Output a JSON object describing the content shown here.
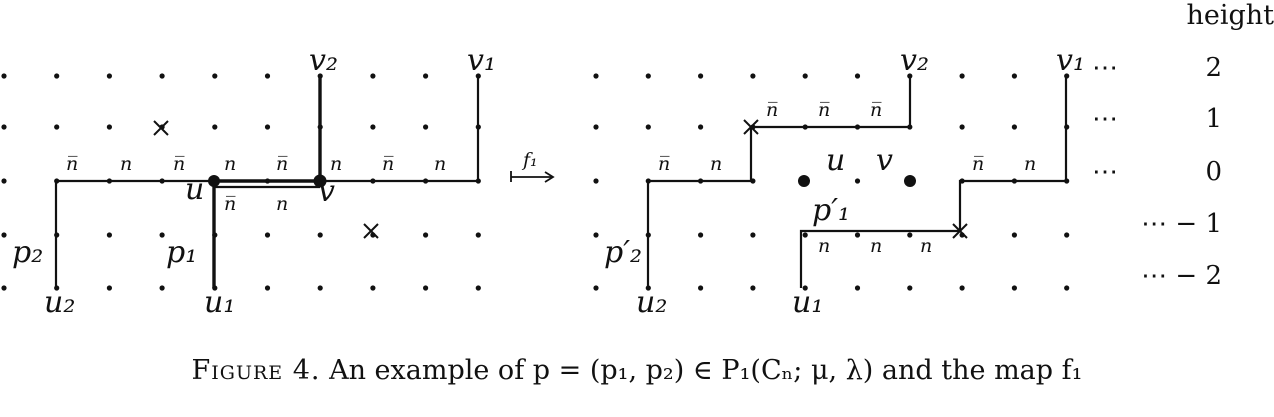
{
  "height_header": "height",
  "heights": [
    "2",
    "1",
    "0",
    "⋯ − 1",
    "⋯ − 2"
  ],
  "dots": "⋯",
  "map_label": "f₁",
  "labels": {
    "v2": "v₂",
    "v1": "v₁",
    "u": "u",
    "v": "v",
    "p1": "p₁",
    "p2": "p₂",
    "u1": "u₁",
    "u2": "u₂",
    "p1_prime": "p′₁",
    "p2_prime": "p′₂",
    "nbar": "n̅",
    "n": "n"
  },
  "caption": {
    "prefix": "Figure 4.",
    "text": "An example of p = (p₁, p₂) ∈ P₁(Cₙ; μ, λ) and the map f₁"
  }
}
